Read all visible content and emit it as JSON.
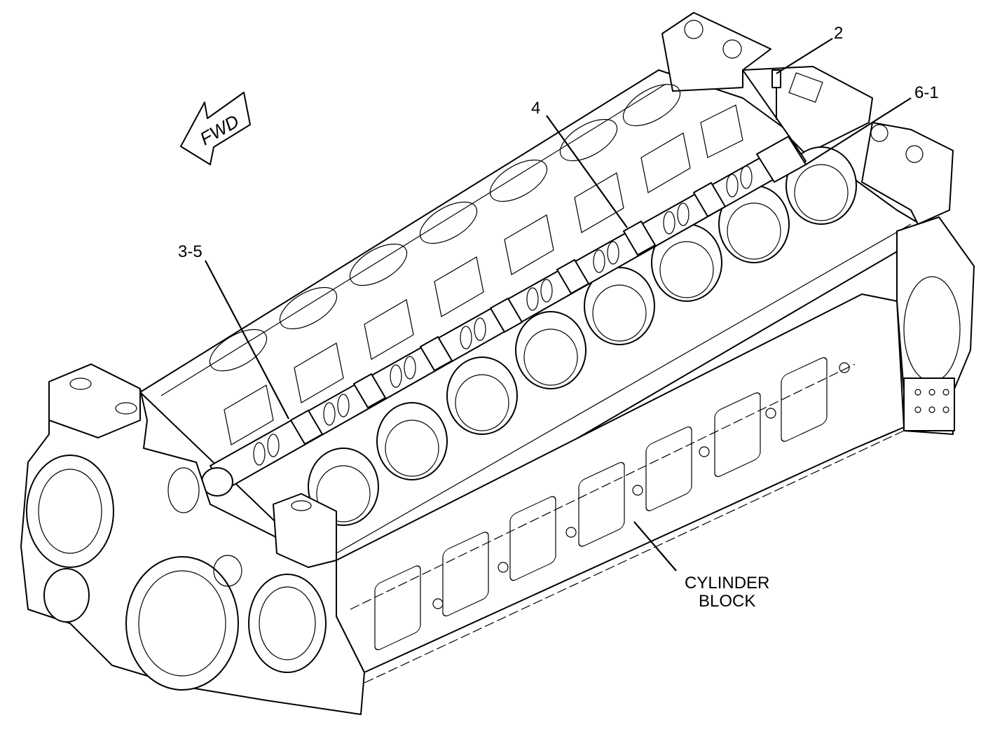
{
  "callouts": {
    "c2": "2",
    "c61": "6-1",
    "c4": "4",
    "c35": "3-5",
    "block_line1": "CYLINDER",
    "block_line2": "BLOCK"
  },
  "direction_arrow": {
    "text": "FWD"
  },
  "colors": {
    "line": "#000000",
    "background": "#ffffff"
  }
}
